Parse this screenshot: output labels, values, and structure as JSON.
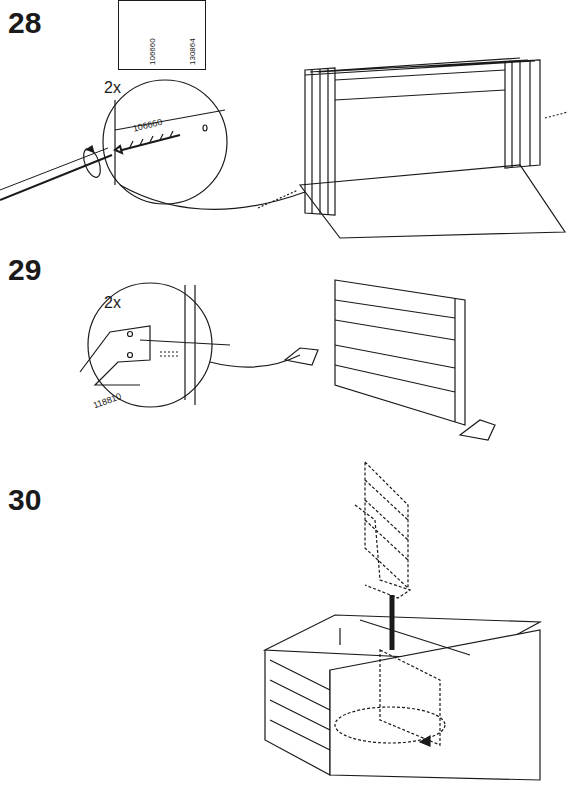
{
  "diagram": {
    "nodes": [
      {
        "text": [
          "106660",
          "130864"
        ]
      }
    ],
    "labels": [
      "28",
      "2x",
      "106660",
      "29",
      "2x",
      "118810",
      "30"
    ]
  }
}
